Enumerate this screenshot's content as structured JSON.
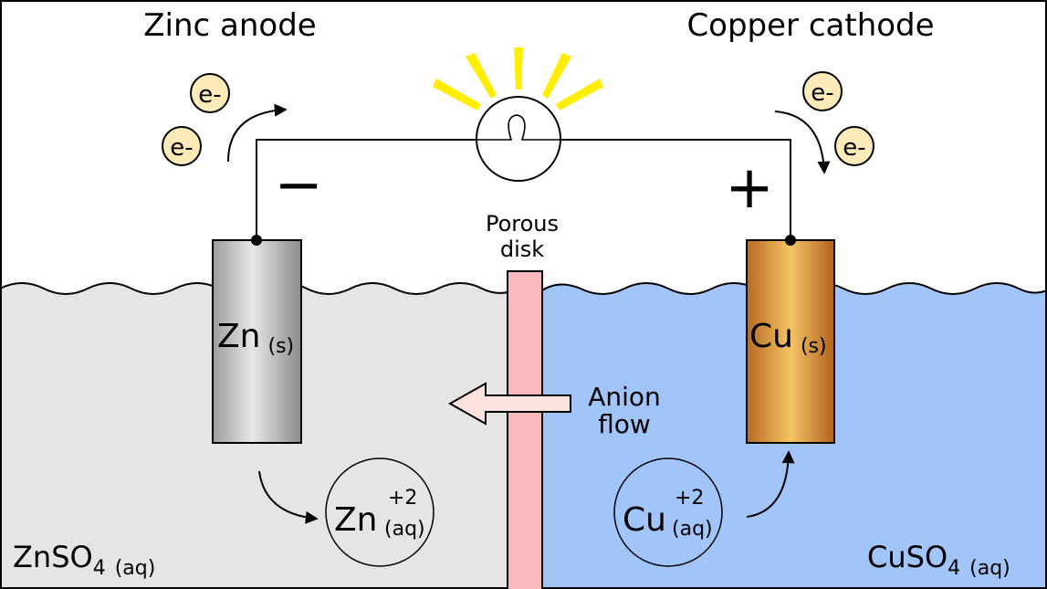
{
  "labels": {
    "zinc_anode": "Zinc anode",
    "copper_cathode": "Copper cathode",
    "electron": "e-",
    "minus": "−",
    "plus": "+",
    "porous_line1": "Porous",
    "porous_line2": "disk",
    "anion_line1": "Anion",
    "anion_line2": "flow",
    "zn_electrode": "Zn",
    "cu_electrode": "Cu",
    "solid_state": "(s)",
    "zn_ion": "Zn",
    "cu_ion": "Cu",
    "ion_charge": "+2",
    "aq_state": "(aq)",
    "znso4": "ZnSO",
    "cuso4": "CuSO",
    "sulfate_sub": "4",
    "solution_state": "(aq)"
  },
  "colors": {
    "zn_solution": "#e5e5e5",
    "cu_solution": "#a1c4f9",
    "porous_disk": "#f9b8bd",
    "electron_fill": "#fcebb9",
    "bulb_rays": "#ffee00",
    "anion_arrow_fill": "#fde2df"
  },
  "icons": {
    "bulb": "light-bulb-icon",
    "electron": "electron-circle-icon"
  }
}
